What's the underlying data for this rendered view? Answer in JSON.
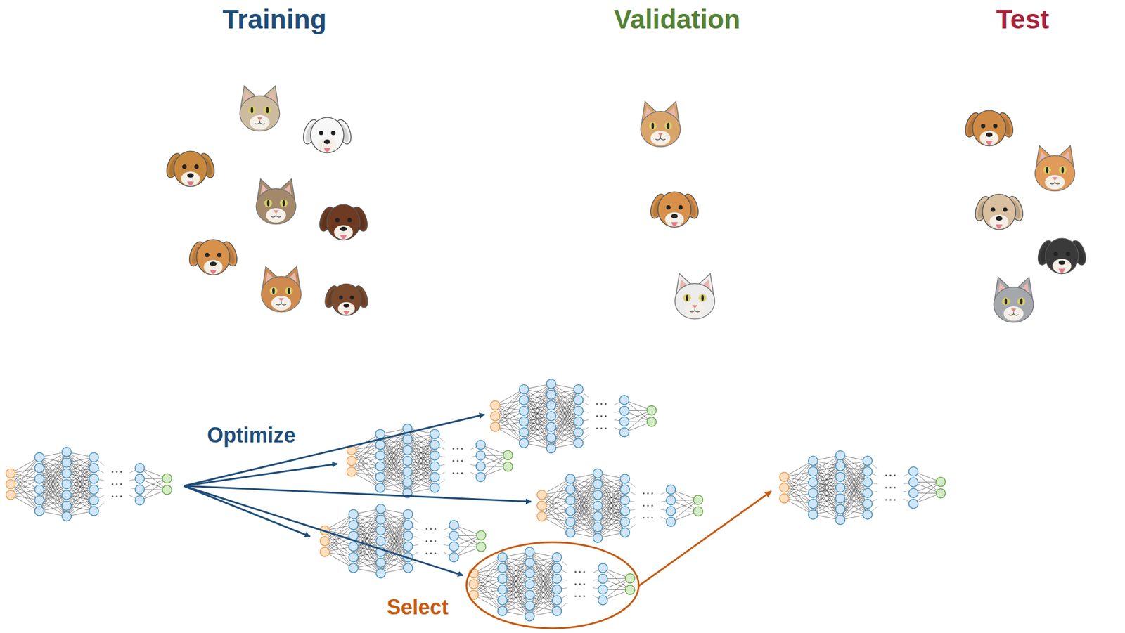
{
  "diagram": {
    "nodes": [
      {
        "text": [
          "Training"
        ]
      },
      {
        "text": [
          "Validation"
        ]
      },
      {
        "text": [
          "Test"
        ]
      }
    ],
    "labels": [
      "Optimize",
      "Select"
    ]
  }
}
